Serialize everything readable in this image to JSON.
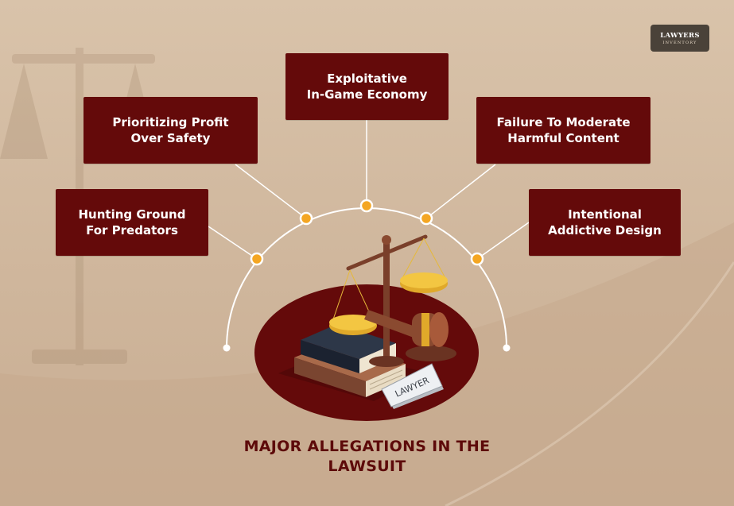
{
  "title": {
    "line1": "MAJOR ALLEGATIONS IN THE",
    "line2": "LAWSUIT"
  },
  "logo": {
    "line1": "LAWYERS",
    "line2": "INVENTORY"
  },
  "nameplate": "LAWYER",
  "allegations": [
    {
      "line1": "Hunting Ground",
      "line2": "For Predators"
    },
    {
      "line1": "Prioritizing Profit",
      "line2": "Over Safety"
    },
    {
      "line1": "Exploitative",
      "line2": "In-Game Economy"
    },
    {
      "line1": "Failure To Moderate",
      "line2": "Harmful Content"
    },
    {
      "line1": "Intentional",
      "line2": "Addictive Design"
    }
  ],
  "colors": {
    "box": "#640a0a",
    "title": "#5d0a0a",
    "connector": "#ffffff",
    "node": "#f4a623",
    "background": "#d4bca2"
  }
}
